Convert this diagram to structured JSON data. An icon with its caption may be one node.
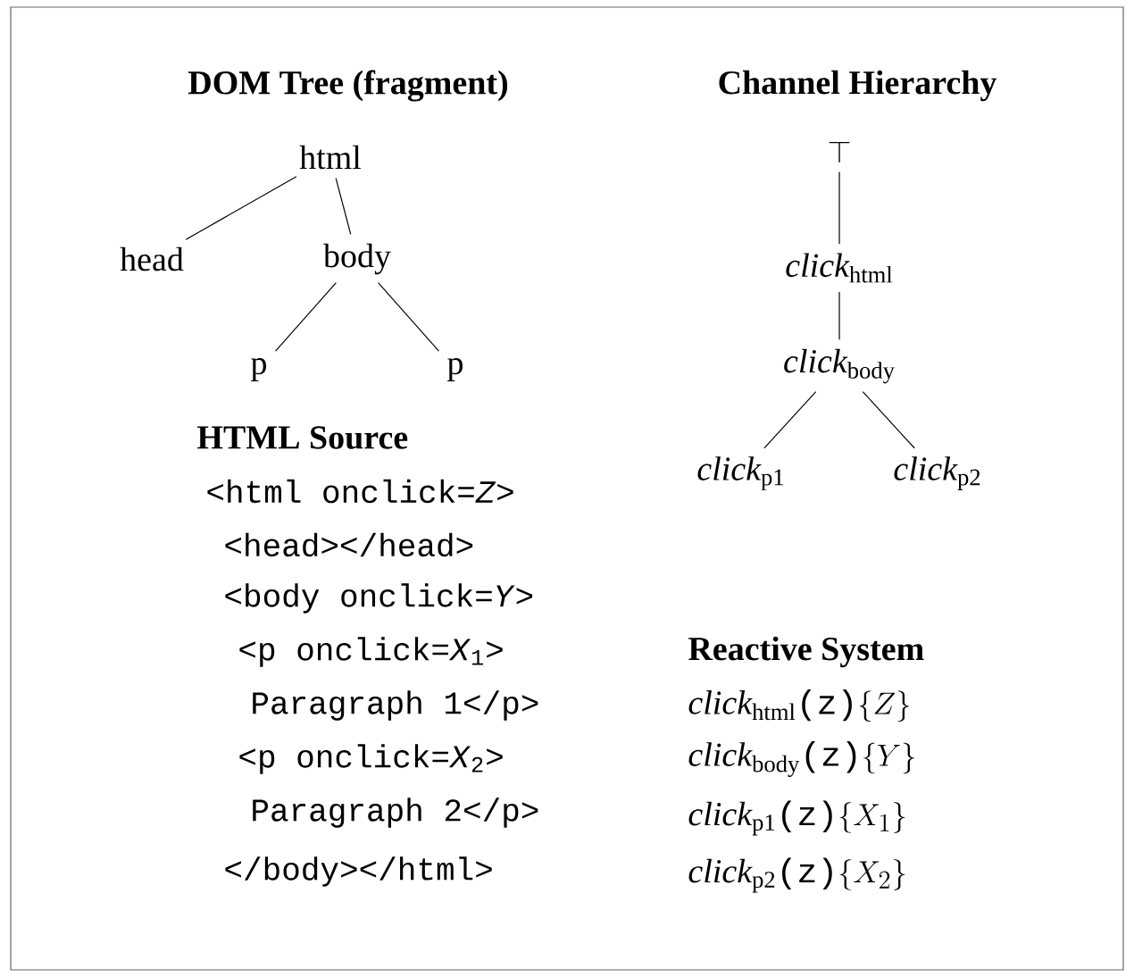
{
  "diagram": {
    "nodes": [
      {
        "text": [
          "html"
        ]
      },
      {
        "text": [
          "head"
        ]
      },
      {
        "text": [
          "body"
        ]
      },
      {
        "text": [
          "p"
        ]
      },
      {
        "text": [
          "p"
        ]
      },
      {
        "text": [
          "\\top"
        ]
      },
      {
        "text": [
          "\\mathit{click}_{\\mathrm{html}}"
        ]
      },
      {
        "text": [
          "\\mathit{click}_{\\mathrm{body}}"
        ]
      },
      {
        "text": [
          "\\mathit{click}_{\\mathrm{p1}}"
        ]
      },
      {
        "text": [
          "\\mathit{click}_{\\mathrm{p2}}"
        ]
      }
    ],
    "edges": [
      {
        "from": 0,
        "to": 1,
        "arrow": "none"
      },
      {
        "from": 0,
        "to": 2,
        "arrow": "none"
      },
      {
        "from": 2,
        "to": 3,
        "arrow": "none"
      },
      {
        "from": 2,
        "to": 4,
        "arrow": "none"
      },
      {
        "from": 5,
        "to": 6,
        "arrow": "none"
      },
      {
        "from": 6,
        "to": 7,
        "arrow": "none"
      },
      {
        "from": 7,
        "to": 8,
        "arrow": "none"
      },
      {
        "from": 7,
        "to": 9,
        "arrow": "none"
      }
    ],
    "labels": [
      "DOM Tree (fragment)",
      "Channel Hierarchy",
      "HTML Source",
      "<html onclick=*Z*>",
      "<head></head>",
      "<body onclick=*Y*>",
      "<p onclick=*X*$_{1}$>",
      "Paragraph 1</p>",
      "<p onclick=*X*$_{2}$>",
      "Paragraph 2</p>",
      "</body></html>",
      "Reactive System",
      "\\mathit{click}_{\\mathrm{html}}\\texttt{(z)}\\{Z\\}",
      "\\mathit{click}_{\\mathrm{body}}\\texttt{(z)}\\{Y\\}",
      "\\mathit{click}_{\\mathrm{p1}}\\texttt{(z)}\\{X_1\\}",
      "\\mathit{click}_{\\mathrm{p2}}\\texttt{(z)}\\{X_2\\}"
    ]
  }
}
